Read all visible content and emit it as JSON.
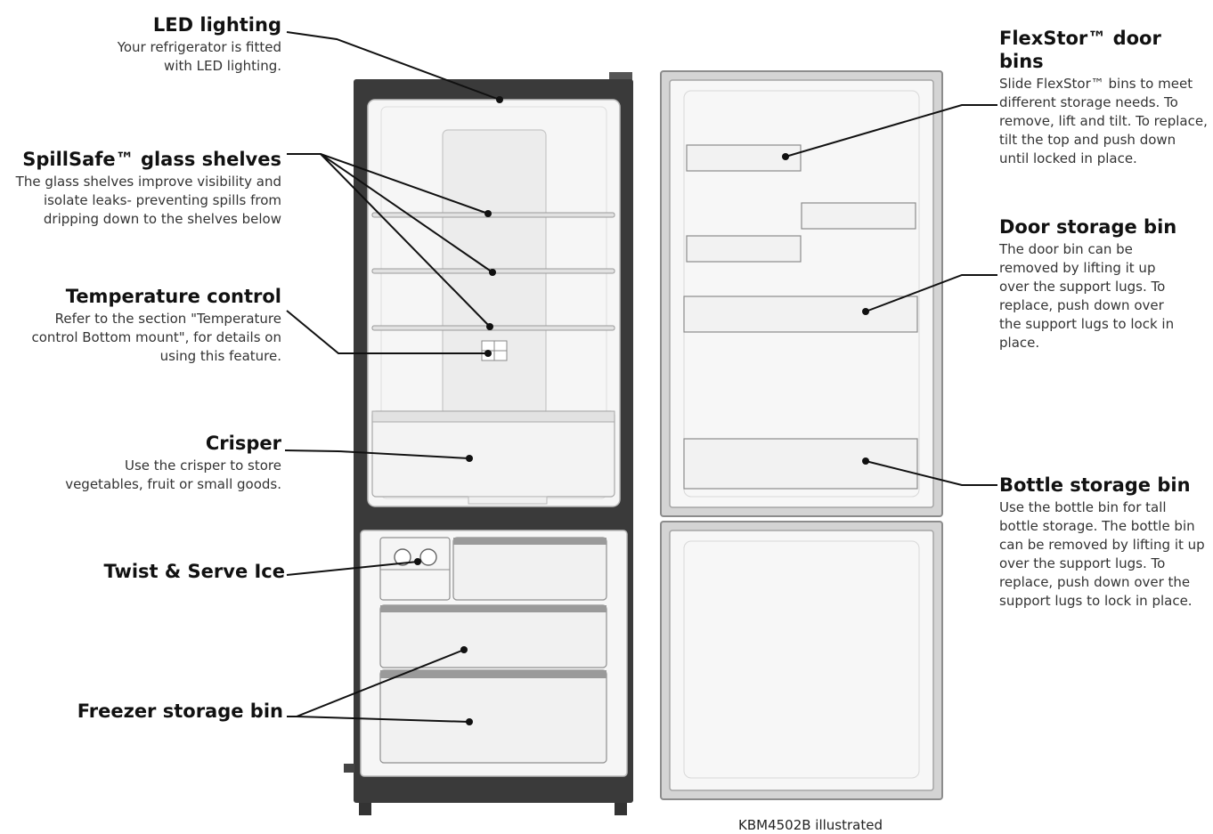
{
  "callouts": {
    "led": {
      "title": "LED lighting",
      "desc": "Your refrigerator is fitted with LED lighting."
    },
    "spillsafe": {
      "title": "SpillSafe™ glass shelves",
      "desc": "The glass shelves improve visibility and isolate leaks- preventing spills from dripping down to the shelves below"
    },
    "temperature": {
      "title": "Temperature control",
      "desc": "Refer to the section \"Temperature control Bottom mount\", for details on using this feature."
    },
    "crisper": {
      "title": "Crisper",
      "desc": "Use the crisper to store vegetables, fruit or small goods."
    },
    "twist": {
      "title": "Twist & Serve Ice"
    },
    "freezer_bin": {
      "title": "Freezer storage bin"
    },
    "flexstor": {
      "title": "FlexStor™ door bins",
      "desc": "Slide FlexStor™ bins to meet different storage needs. To remove, lift and tilt. To replace, tilt the top and push down until locked in place."
    },
    "door_bin": {
      "title": "Door storage bin",
      "desc": "The door bin can be removed by lifting it up over the support lugs. To replace, push down over the support lugs to lock in place."
    },
    "bottle_bin": {
      "title": "Bottle storage bin",
      "desc": "Use the bottle bin for tall bottle storage. The bottle bin can be removed by lifting it up over the support lugs. To replace, push down over the support lugs to lock in place."
    }
  },
  "caption": "KBM4502B illustrated",
  "colors": {
    "frame": "#3a3a3a",
    "line": "#111111",
    "interior": "#f6f6f6",
    "door": "#d4d4d4"
  }
}
